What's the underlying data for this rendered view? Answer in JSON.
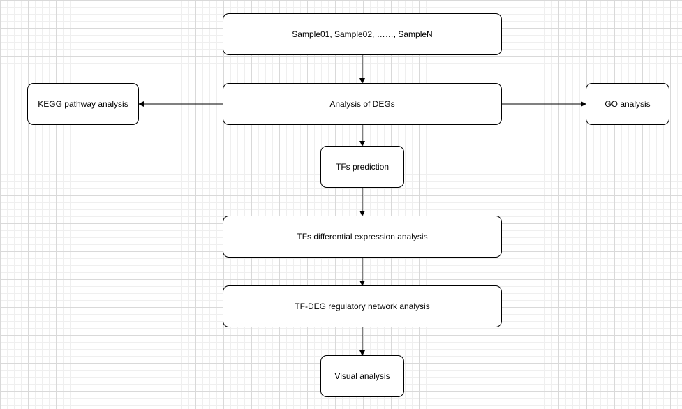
{
  "diagram": {
    "nodes": [
      {
        "id": "samples",
        "label": "Sample01, Sample02, ……, SampleN"
      },
      {
        "id": "degs",
        "label": "Analysis of DEGs"
      },
      {
        "id": "kegg",
        "label": "KEGG pathway analysis"
      },
      {
        "id": "go",
        "label": "GO analysis"
      },
      {
        "id": "tfs_pred",
        "label": "TFs prediction"
      },
      {
        "id": "tfs_diff",
        "label": "TFs differential expression analysis"
      },
      {
        "id": "network",
        "label": "TF-DEG regulatory network analysis"
      },
      {
        "id": "visual",
        "label": "Visual analysis"
      }
    ],
    "edges": [
      {
        "from": "samples",
        "to": "degs"
      },
      {
        "from": "degs",
        "to": "kegg"
      },
      {
        "from": "degs",
        "to": "go"
      },
      {
        "from": "degs",
        "to": "tfs_pred"
      },
      {
        "from": "tfs_pred",
        "to": "tfs_diff"
      },
      {
        "from": "tfs_diff",
        "to": "network"
      },
      {
        "from": "network",
        "to": "visual"
      }
    ],
    "colors": {
      "stroke": "#000000",
      "fill": "#ffffff",
      "text": "#000000"
    }
  }
}
